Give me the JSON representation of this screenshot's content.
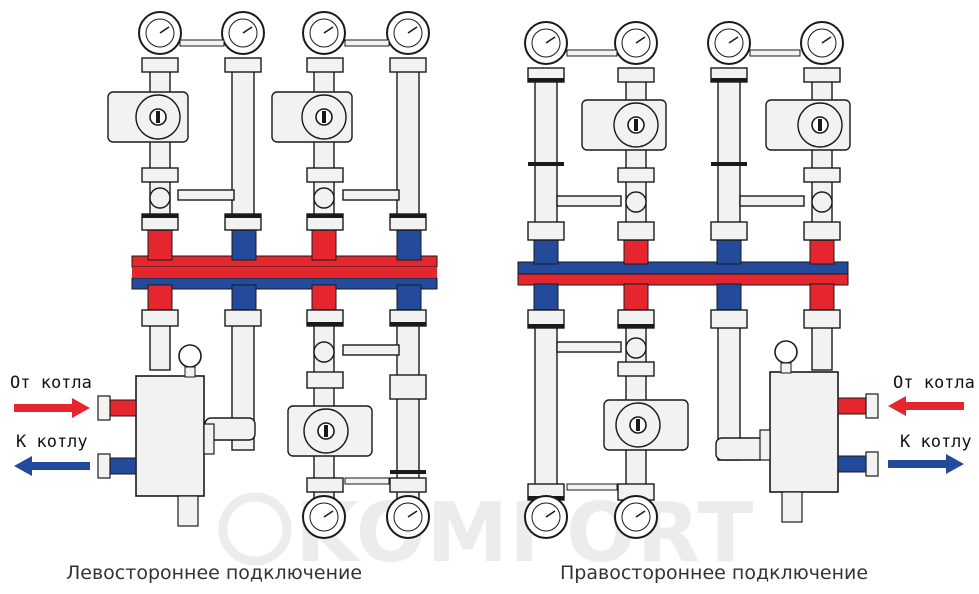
{
  "watermark": {
    "text": "KOMFORT"
  },
  "left_scheme": {
    "caption": "Левостороннее подключение",
    "from_boiler": "От котла",
    "to_boiler": "К котлу"
  },
  "right_scheme": {
    "caption": "Правостороннее подключение",
    "from_boiler": "От котла",
    "to_boiler": "К котлу"
  },
  "colors": {
    "supply": "#e5262f",
    "return": "#244a9c",
    "line": "#1a1a1a",
    "metal": "#f2f2f2"
  }
}
